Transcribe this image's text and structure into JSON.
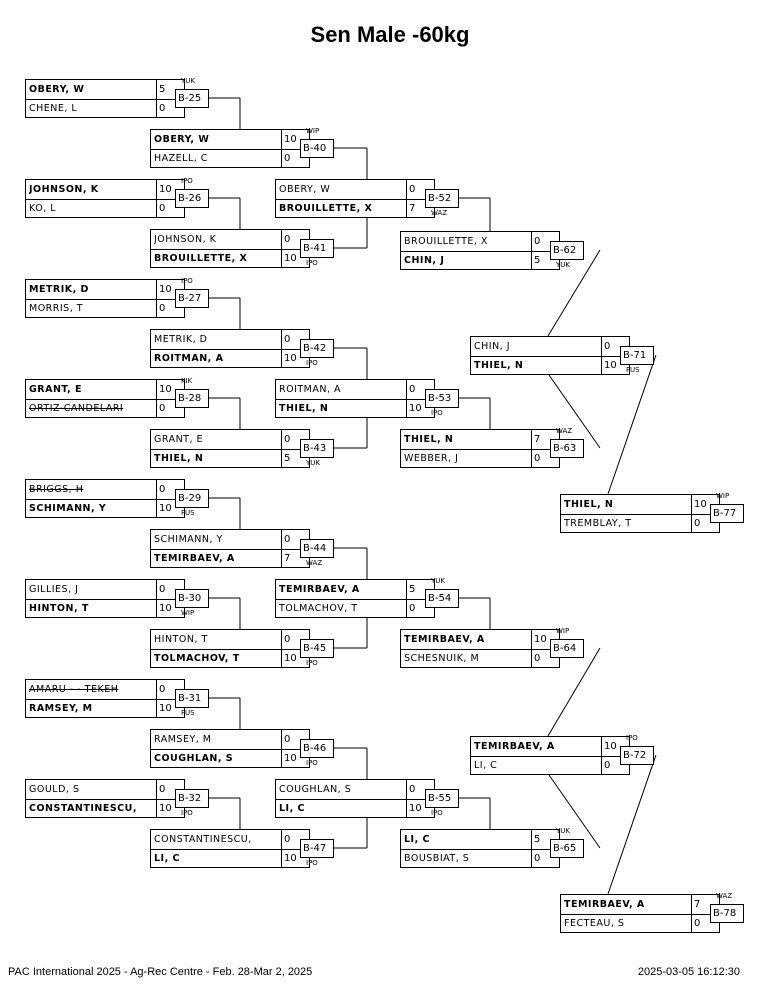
{
  "title": "Sen Male -60kg",
  "footer": {
    "left": "PAC International 2025 - Ag-Rec Centre - Feb. 28-Mar 2, 2025",
    "right": "2025-03-05 16:12:30"
  },
  "matches": [
    {
      "id": "B-25",
      "club": "YUK",
      "top": {
        "name": "OBERY, W",
        "score": "5",
        "winner": true
      },
      "bottom": {
        "name": "CHENE, L",
        "score": "0"
      }
    },
    {
      "id": "B-26",
      "club": "IPO",
      "top": {
        "name": "JOHNSON, K",
        "score": "10",
        "winner": true
      },
      "bottom": {
        "name": "KO, L",
        "score": "0"
      }
    },
    {
      "id": "B-27",
      "club": "IPO",
      "top": {
        "name": "METRIK, D",
        "score": "10",
        "winner": true
      },
      "bottom": {
        "name": "MORRIS, T",
        "score": "0"
      }
    },
    {
      "id": "B-28",
      "club": "KIK",
      "top": {
        "name": "GRANT, E",
        "score": "10",
        "winner": true
      },
      "bottom": {
        "name": "ORTIZ-CANDELARI",
        "score": "0",
        "out": true
      }
    },
    {
      "id": "B-29",
      "club": "FUS",
      "top": {
        "name": "BRIGGS, H",
        "score": "0",
        "out": true
      },
      "bottom": {
        "name": "SCHIMANN, Y",
        "score": "10",
        "winner": true
      }
    },
    {
      "id": "B-30",
      "club": "WIP",
      "top": {
        "name": "GILLIES, J",
        "score": "0"
      },
      "bottom": {
        "name": "HINTON, T",
        "score": "10",
        "winner": true
      }
    },
    {
      "id": "B-31",
      "club": "FUS",
      "top": {
        "name": "AMARU - - TEKEH",
        "score": "0",
        "out": true
      },
      "bottom": {
        "name": "RAMSEY, M",
        "score": "10",
        "winner": true
      }
    },
    {
      "id": "B-32",
      "club": "IPO",
      "top": {
        "name": "GOULD, S",
        "score": "0"
      },
      "bottom": {
        "name": "CONSTANTINESCU,",
        "score": "10",
        "winner": true
      }
    },
    {
      "id": "B-40",
      "club": "WIP",
      "top": {
        "name": "OBERY, W",
        "score": "10",
        "winner": true
      },
      "bottom": {
        "name": "HAZELL, C",
        "score": "0"
      }
    },
    {
      "id": "B-41",
      "club": "IPO",
      "top": {
        "name": "JOHNSON, K",
        "score": "0"
      },
      "bottom": {
        "name": "BROUILLETTE, X",
        "score": "10",
        "winner": true
      }
    },
    {
      "id": "B-42",
      "club": "IPO",
      "top": {
        "name": "METRIK, D",
        "score": "0"
      },
      "bottom": {
        "name": "ROITMAN, A",
        "score": "10",
        "winner": true
      }
    },
    {
      "id": "B-43",
      "club": "YUK",
      "top": {
        "name": "GRANT, E",
        "score": "0"
      },
      "bottom": {
        "name": "THIEL, N",
        "score": "5",
        "winner": true
      }
    },
    {
      "id": "B-44",
      "club": "WAZ",
      "top": {
        "name": "SCHIMANN, Y",
        "score": "0"
      },
      "bottom": {
        "name": "TEMIRBAEV, A",
        "score": "7",
        "winner": true
      }
    },
    {
      "id": "B-45",
      "club": "IPO",
      "top": {
        "name": "HINTON, T",
        "score": "0"
      },
      "bottom": {
        "name": "TOLMACHOV, T",
        "score": "10",
        "winner": true
      }
    },
    {
      "id": "B-46",
      "club": "IPO",
      "top": {
        "name": "RAMSEY, M",
        "score": "0"
      },
      "bottom": {
        "name": "COUGHLAN, S",
        "score": "10",
        "winner": true
      }
    },
    {
      "id": "B-47",
      "club": "IPO",
      "top": {
        "name": "CONSTANTINESCU,",
        "score": "0"
      },
      "bottom": {
        "name": "LI, C",
        "score": "10",
        "winner": true
      }
    },
    {
      "id": "B-52",
      "club": "WAZ",
      "top": {
        "name": "OBERY, W",
        "score": "0"
      },
      "bottom": {
        "name": "BROUILLETTE, X",
        "score": "7",
        "winner": true
      }
    },
    {
      "id": "B-53",
      "club": "IPO",
      "top": {
        "name": "ROITMAN, A",
        "score": "0"
      },
      "bottom": {
        "name": "THIEL, N",
        "score": "10",
        "winner": true
      }
    },
    {
      "id": "B-54",
      "club": "YUK",
      "top": {
        "name": "TEMIRBAEV, A",
        "score": "5",
        "winner": true
      },
      "bottom": {
        "name": "TOLMACHOV, T",
        "score": "0"
      }
    },
    {
      "id": "B-55",
      "club": "IPO",
      "top": {
        "name": "COUGHLAN, S",
        "score": "0"
      },
      "bottom": {
        "name": "LI, C",
        "score": "10",
        "winner": true
      }
    },
    {
      "id": "B-62",
      "club": "YUK",
      "top": {
        "name": "BROUILLETTE, X",
        "score": "0"
      },
      "bottom": {
        "name": "CHIN, J",
        "score": "5",
        "winner": true
      }
    },
    {
      "id": "B-63",
      "club": "WAZ",
      "top": {
        "name": "THIEL, N",
        "score": "7",
        "winner": true
      },
      "bottom": {
        "name": "WEBBER, J",
        "score": "0"
      }
    },
    {
      "id": "B-64",
      "club": "WIP",
      "top": {
        "name": "TEMIRBAEV, A",
        "score": "10",
        "winner": true
      },
      "bottom": {
        "name": "SCHESNUIK, M",
        "score": "0"
      }
    },
    {
      "id": "B-65",
      "club": "YUK",
      "top": {
        "name": "LI, C",
        "score": "5",
        "winner": true
      },
      "bottom": {
        "name": "BOUSBIAT, S",
        "score": "0"
      }
    },
    {
      "id": "B-71",
      "club": "FUS",
      "top": {
        "name": "CHIN, J",
        "score": "0"
      },
      "bottom": {
        "name": "THIEL, N",
        "score": "10",
        "winner": true
      }
    },
    {
      "id": "B-72",
      "club": "IPO",
      "top": {
        "name": "TEMIRBAEV, A",
        "score": "10",
        "winner": true
      },
      "bottom": {
        "name": "LI, C",
        "score": "0"
      }
    },
    {
      "id": "B-77",
      "club": "WIP",
      "top": {
        "name": "THIEL, N",
        "score": "10",
        "winner": true
      },
      "bottom": {
        "name": "TREMBLAY, T",
        "score": "0"
      }
    },
    {
      "id": "B-78",
      "club": "WAZ",
      "top": {
        "name": "TEMIRBAEV, A",
        "score": "7",
        "winner": true
      },
      "bottom": {
        "name": "FECTEAU, S",
        "score": "0"
      }
    }
  ]
}
